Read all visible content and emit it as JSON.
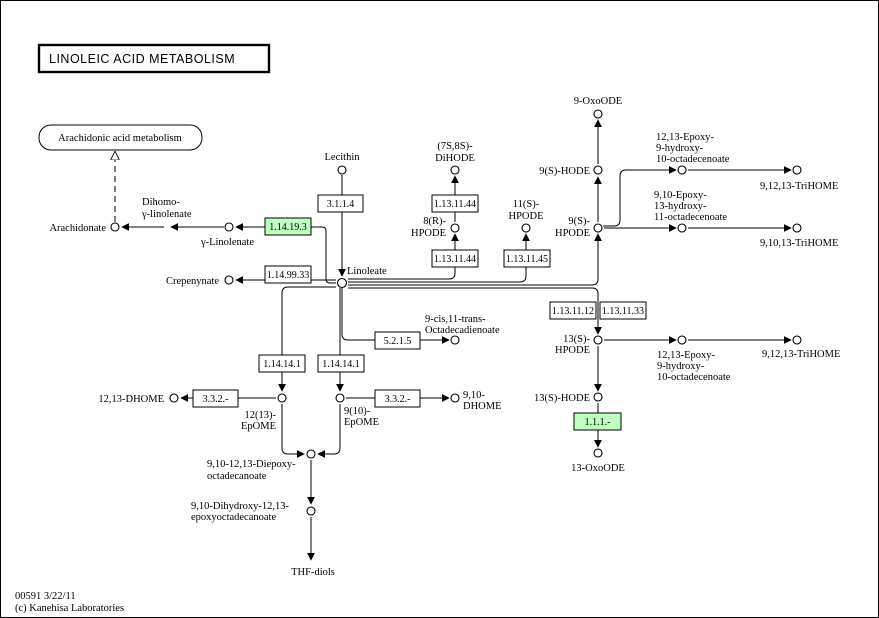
{
  "title": "LINOLEIC ACID METABOLISM",
  "map_link": "Arachidonic acid metabolism",
  "footer": [
    "00591 3/22/11",
    "(c) Kanehisa Laboratories"
  ],
  "compounds": {
    "arachidonate": "Arachidonate",
    "dihomo": [
      "Dihomo-",
      "γ-linolenate"
    ],
    "glinolenate": "γ-Linolenate",
    "lecithin": "Lecithin",
    "linoleate": "Linoleate",
    "crepenynate": "Crepenynate",
    "dihode78": [
      "(7S,8S)-",
      "DiHODE"
    ],
    "hpode8r": [
      "8(R)-",
      "HPODE"
    ],
    "hpode11s": [
      "11(S)-",
      "HPODE"
    ],
    "oxoode9": "9-OxoODE",
    "hode9s": "9(S)-HODE",
    "hpode9s": [
      "9(S)-",
      "HPODE"
    ],
    "epoxy1213_hydroxy9_top": [
      "12,13-Epoxy-",
      "9-hydroxy-",
      "10-octadecenoate"
    ],
    "trihome_top": "9,12,13-TriHOME",
    "epoxy910_hydroxy13": [
      "9,10-Epoxy-",
      "13-hydroxy-",
      "11-octadecenoate"
    ],
    "trihome_mid": "9,10,13-TriHOME",
    "octadecadienoate": [
      "9-cis,11-trans-",
      "Octadecadienoate"
    ],
    "hpode13s": [
      "13(S)-",
      "HPODE"
    ],
    "epoxy1213_hydroxy9_bot": [
      "12,13-Epoxy-",
      "9-hydroxy-",
      "10-octadecenoate"
    ],
    "trihome_bot": "9,12,13-TriHOME",
    "hode13s": "13(S)-HODE",
    "oxoode13": "13-OxoODE",
    "dhome1213": "12,13-DHOME",
    "epome1213": [
      "12(13)-",
      "EpOME"
    ],
    "epome910": [
      "9(10)-",
      "EpOME"
    ],
    "dhome910": [
      "9,10-",
      "DHOME"
    ],
    "diepoxy": [
      "9,10-12,13-Diepoxy-",
      "octadecanoate"
    ],
    "dihydroxy": [
      "9,10-Dihydroxy-12,13-",
      "epoxyoctadecanoate"
    ],
    "thf": "THF-diols"
  },
  "enzymes": {
    "e31114": "3.1.1.4",
    "e1141913": "1.14.19.3",
    "e1149933": "1.14.99.33",
    "e1131144a": "1.13.11.44",
    "e1131144b": "1.13.11.44",
    "e1131145": "1.13.11.45",
    "e5215": "5.2.1.5",
    "e1131112": "1.13.11.12",
    "e1131133": "1.13.11.33",
    "e114141a": "1.14.14.1",
    "e114141b": "1.14.14.1",
    "e332a": "3.3.2.-",
    "e332b": "3.3.2.-",
    "e111": "1.1.1.-"
  },
  "colors": {
    "highlight": "#bfffbf",
    "line": "#000000",
    "background": "#ffffff"
  }
}
